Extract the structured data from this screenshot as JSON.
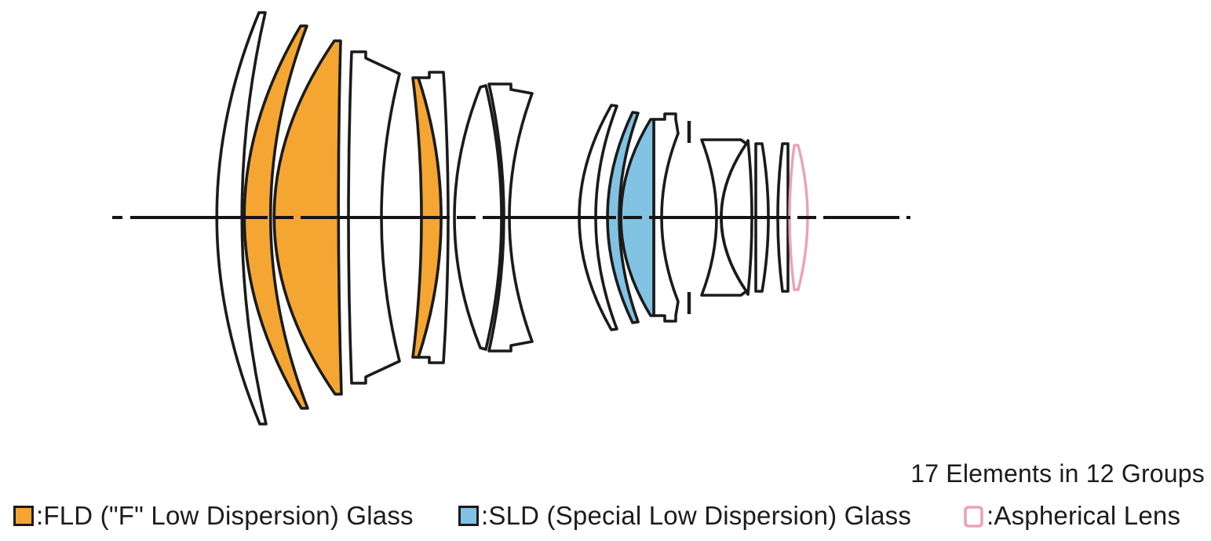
{
  "caption": {
    "text": "17 Elements in 12 Groups"
  },
  "legend": {
    "items": [
      {
        "id": "fld",
        "label": ":FLD (\"F\" Low Dispersion) Glass",
        "swatch": "filled"
      },
      {
        "id": "sld",
        "label": ":SLD (Special Low Dispersion) Glass",
        "swatch": "filled"
      },
      {
        "id": "aspherical",
        "label": ":Aspherical Lens",
        "swatch": "outline"
      }
    ]
  },
  "colors": {
    "fld": "#F5A632",
    "sld": "#82C3E4",
    "aspherical": "#E8A2B7",
    "outline": "#1B1B1B",
    "element_fill": "#FFFFFF",
    "axis": "#151515"
  },
  "diagram": {
    "type": "lens-construction",
    "elements_total": 17,
    "groups_total": 12,
    "elements": [
      {
        "index": 1,
        "material": "standard",
        "shape": "front meniscus"
      },
      {
        "index": 2,
        "material": "FLD",
        "shape": "thick meniscus"
      },
      {
        "index": 3,
        "material": "FLD",
        "shape": "thick meniscus"
      },
      {
        "index": 4,
        "material": "standard",
        "shape": "flanged meniscus"
      },
      {
        "index": 5,
        "material": "FLD",
        "shape": "thin meniscus"
      },
      {
        "index": 6,
        "material": "standard",
        "shape": "flanged meniscus"
      },
      {
        "index": 7,
        "material": "standard",
        "shape": "biconvex"
      },
      {
        "index": 8,
        "material": "standard",
        "shape": "flanged biconcave"
      },
      {
        "index": 9,
        "material": "standard",
        "shape": "thin meniscus"
      },
      {
        "index": 10,
        "material": "SLD",
        "shape": "thin meniscus"
      },
      {
        "index": 11,
        "material": "SLD",
        "shape": "thick meniscus"
      },
      {
        "index": 12,
        "material": "standard",
        "shape": "flanged meniscus"
      },
      {
        "index": 13,
        "material": "standard",
        "shape": "biconcave"
      },
      {
        "index": 14,
        "material": "standard",
        "shape": "biconvex"
      },
      {
        "index": 15,
        "material": "standard",
        "shape": "thin plano-convex"
      },
      {
        "index": 16,
        "material": "standard",
        "shape": "thin concave-plano"
      },
      {
        "index": 17,
        "material": "Aspherical",
        "shape": "biconvex aspherical"
      }
    ]
  }
}
